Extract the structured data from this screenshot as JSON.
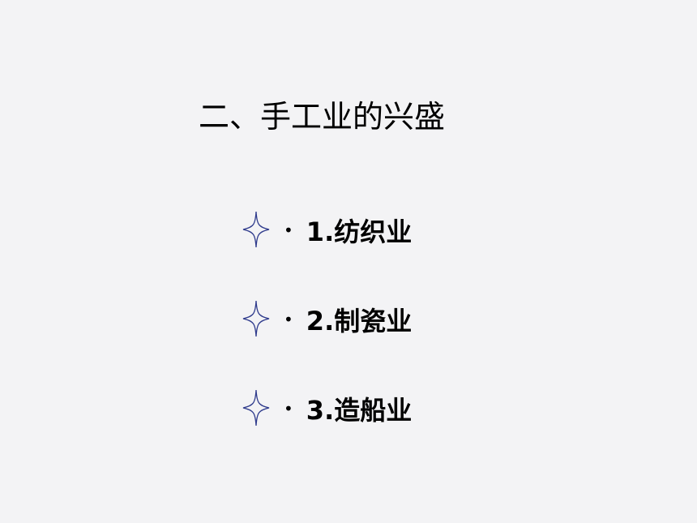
{
  "slide": {
    "title": "二、手工业的兴盛",
    "items": [
      {
        "label": "1.纺织业",
        "icon": "four-point-star-icon"
      },
      {
        "label": "2.制瓷业",
        "icon": "four-point-star-icon"
      },
      {
        "label": "3.造船业",
        "icon": "four-point-star-icon"
      }
    ],
    "bullet_char": "•",
    "colors": {
      "background": "#f3f3f5",
      "text": "#000000",
      "star_stroke": "#2e3a8c"
    }
  }
}
